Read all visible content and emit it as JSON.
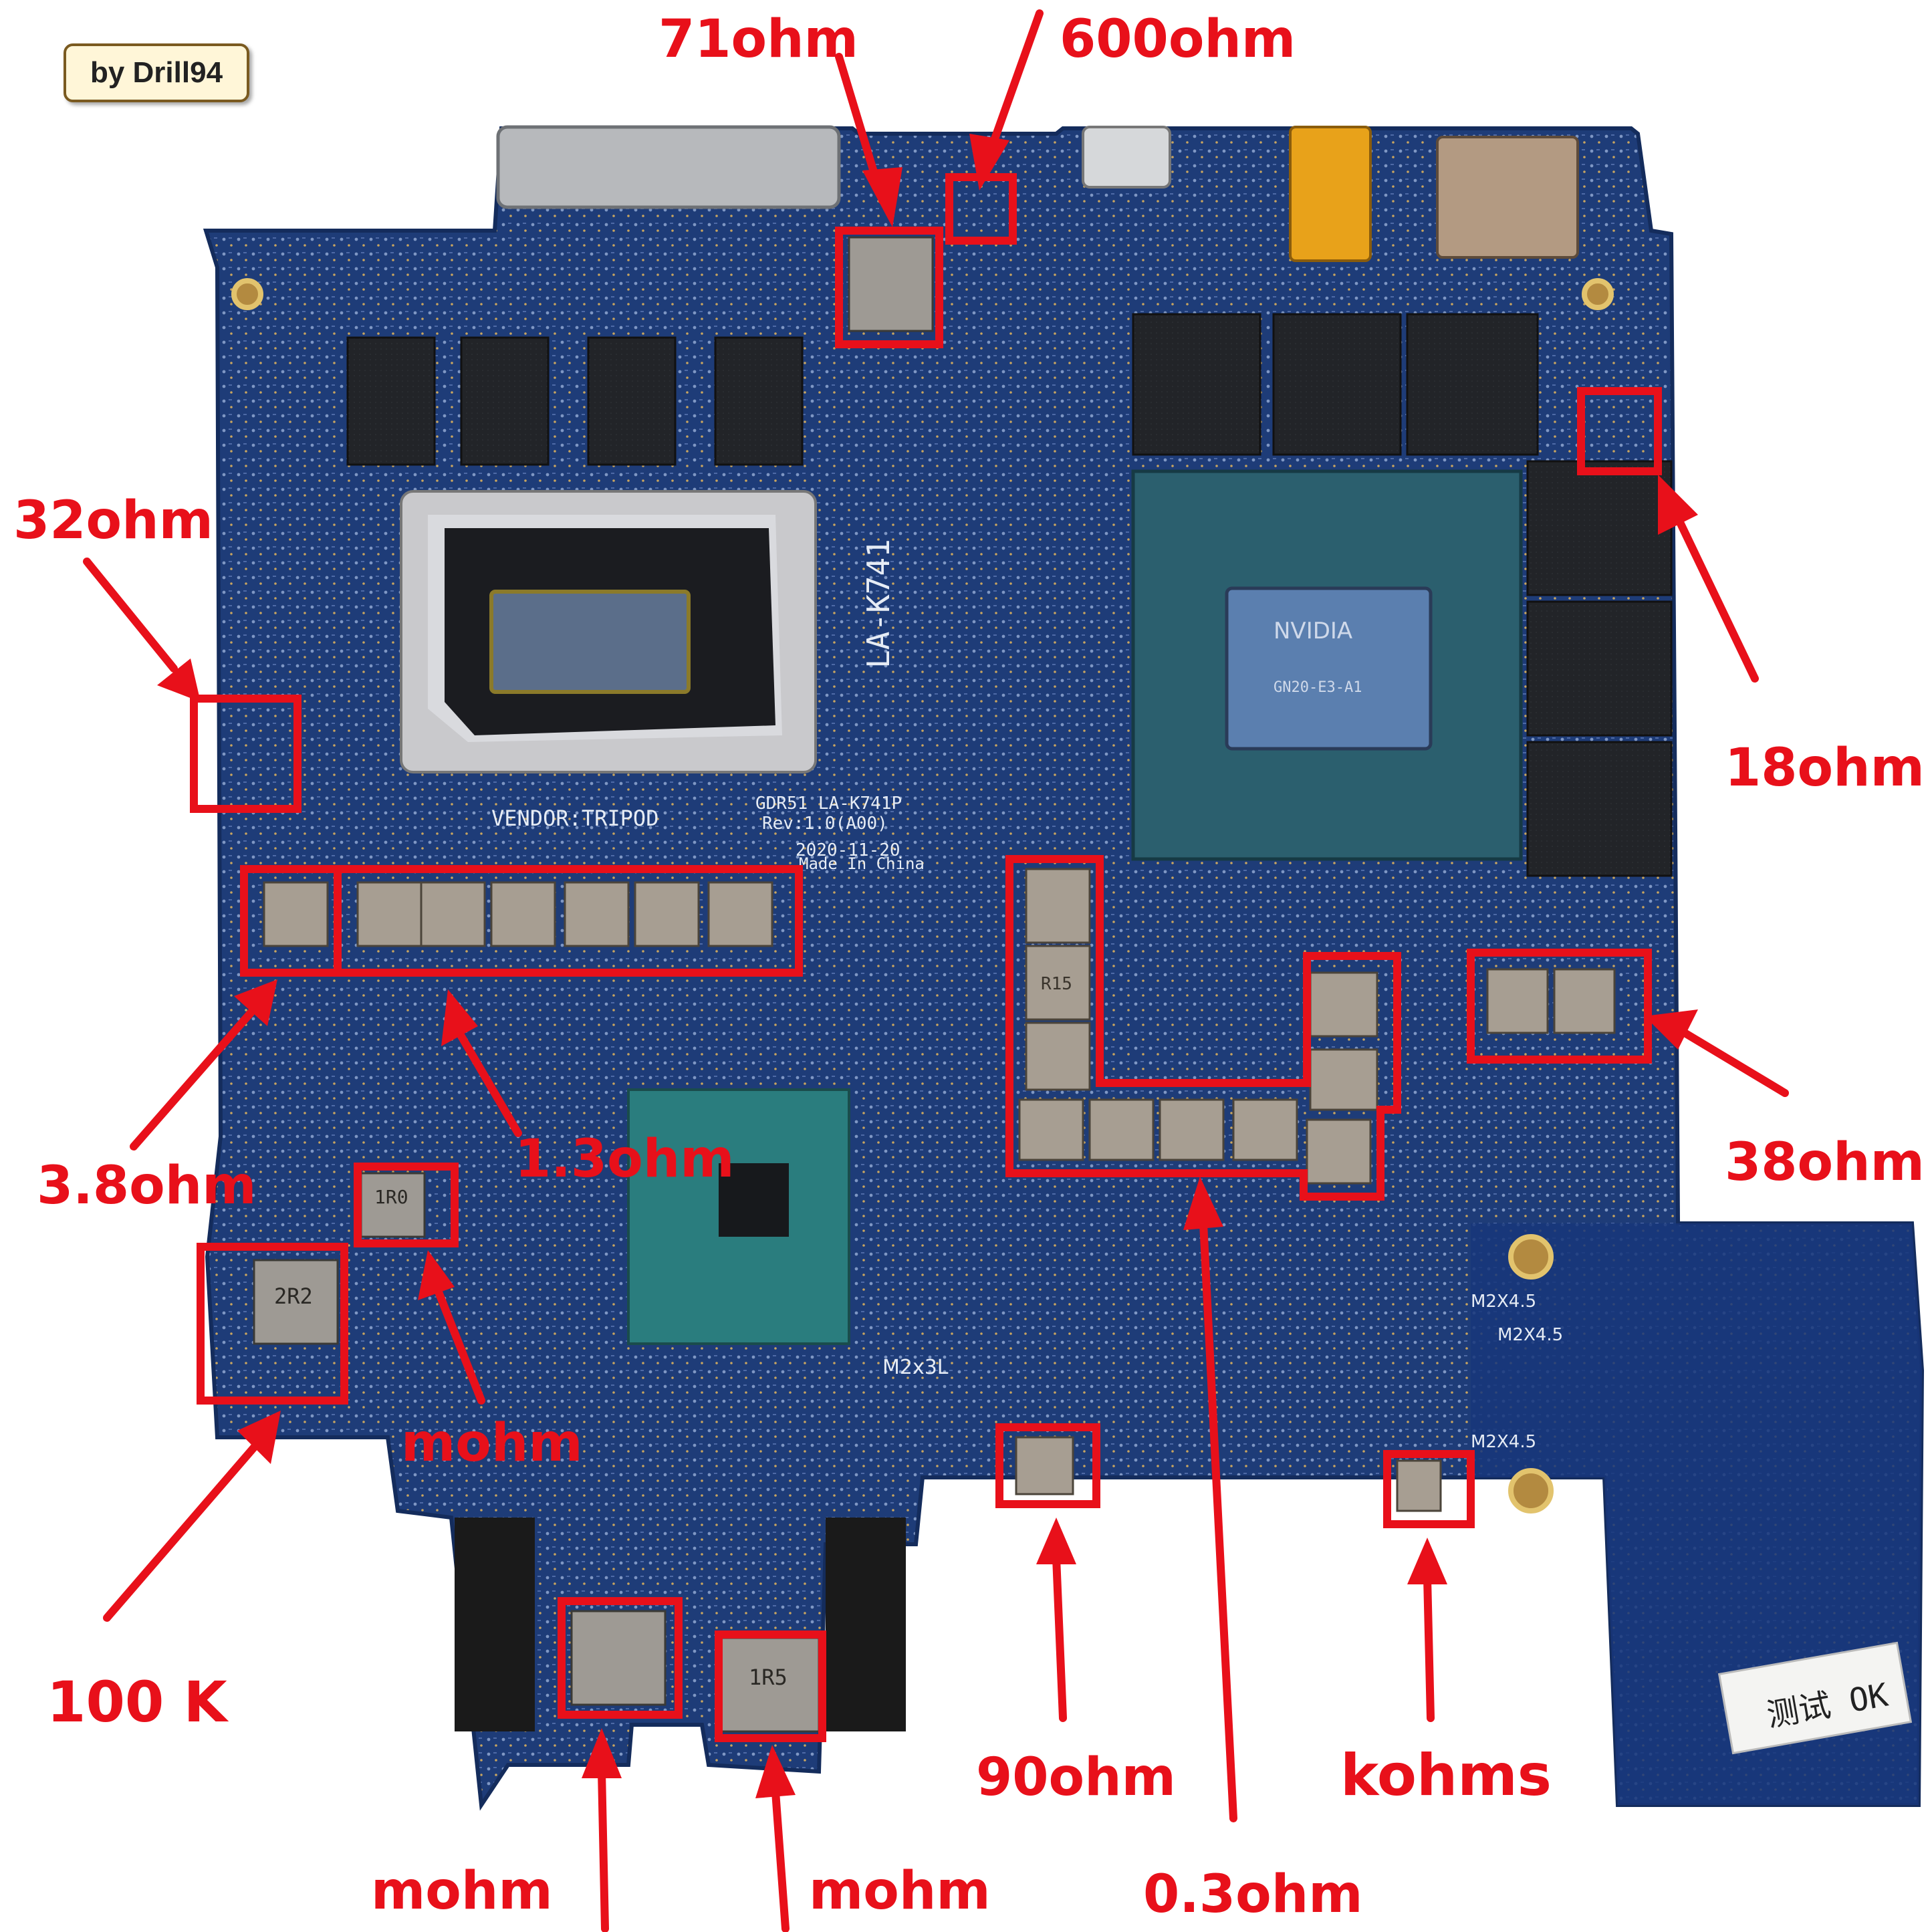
{
  "credit": "by Drill94",
  "labels": {
    "l71": "71ohm",
    "l600": "600ohm",
    "l32": "32ohm",
    "l18": "18ohm",
    "l38": "38ohm",
    "l38b": "3.8ohm",
    "l13": "1.3ohm",
    "lmohm1": "mohm",
    "l100k": "100 K",
    "l90": "90ohm",
    "lkohms": "kohms",
    "lmohm2": "mohm",
    "lmohm3": "mohm",
    "l03": "0.3ohm"
  },
  "board": {
    "model": "LA-K741",
    "vendor": "VENDOR:TRIPOD",
    "pcb": "GDR51 LA-K741P",
    "rev": "Rev:1.0(A00)",
    "date": "2020-11-20",
    "made": "Made In China",
    "gpu_brand": "NVIDIA",
    "gpu_code": "GN20-E3-A1",
    "sticker": "测试 OK",
    "inductor_r15": "R15",
    "inductor_1r0": "1R0",
    "inductor_2r2": "2R2",
    "inductor_1r5": "1R5",
    "screw_a": "M2X4.5",
    "screw_b": "M2x3L"
  },
  "colors": {
    "annotation": "#e8101a",
    "pcb": "#1f3f7c",
    "background": "#ffffff"
  }
}
